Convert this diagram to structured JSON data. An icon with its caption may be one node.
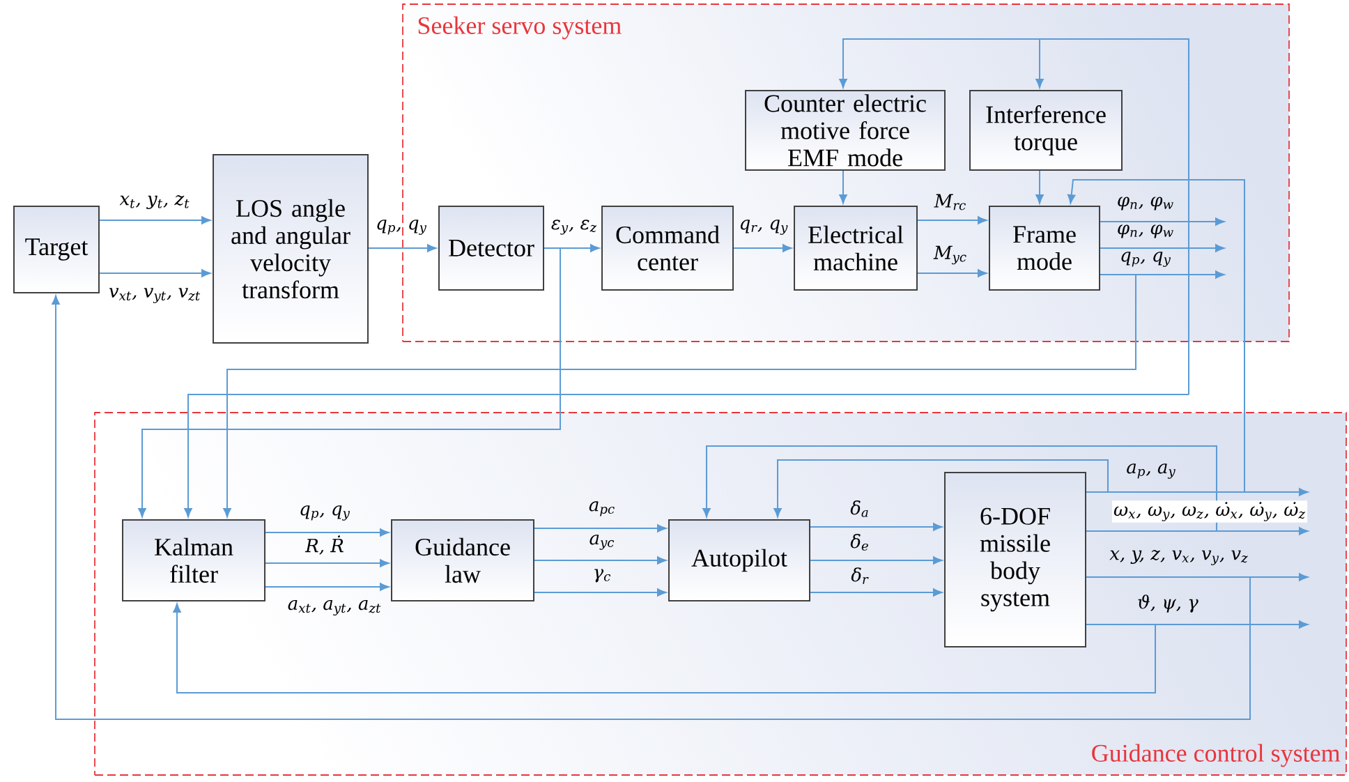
{
  "diagram": {
    "nodes": [
      {
        "text": [
          "Seeker servo system"
        ]
      },
      {
        "text": [
          "Guidance control system"
        ]
      },
      {
        "text": [
          "Target"
        ]
      },
      {
        "text": [
          "LOS angle and angular velocity transform"
        ]
      },
      {
        "text": [
          "Detector"
        ],
        "in": 0
      },
      {
        "text": [
          "Command center"
        ],
        "in": 0
      },
      {
        "text": [
          "Counter electric motive force EMF mode"
        ],
        "in": 0
      },
      {
        "text": [
          "Interference torque"
        ],
        "in": 0
      },
      {
        "text": [
          "Electrical machine"
        ],
        "in": 0
      },
      {
        "text": [
          "Frame mode"
        ],
        "in": 0
      },
      {
        "text": [
          "Kalman filter"
        ],
        "in": 1
      },
      {
        "text": [
          "Guidance law"
        ],
        "in": 1
      },
      {
        "text": [
          "Autopilot"
        ],
        "in": 1
      },
      {
        "text": [
          "6-DOF missile body system"
        ],
        "in": 1
      }
    ],
    "edges": [
      {
        "from": 2,
        "to": 3,
        "arrow": "to",
        "label": "x$_{t}$, y$_{t}$, z$_{t}$"
      },
      {
        "from": 2,
        "to": 3,
        "arrow": "to",
        "label": "v$_{xt}$, v$_{yt}$, v$_{zt}$"
      },
      {
        "from": 3,
        "to": 4,
        "arrow": "to",
        "label": "q$_{p}$, q$_{y}$"
      },
      {
        "from": 4,
        "to": 5,
        "arrow": "to",
        "label": "ε$_{y}$, ε$_{z}$"
      },
      {
        "from": 5,
        "to": 8,
        "arrow": "to",
        "label": "q$_{r}$, q$_{y}$"
      },
      {
        "from": 6,
        "to": 8,
        "arrow": "to"
      },
      {
        "from": 7,
        "to": 9,
        "arrow": "to"
      },
      {
        "from": 8,
        "to": 9,
        "arrow": "to",
        "label": "M$_{rc}$"
      },
      {
        "from": 8,
        "to": 9,
        "arrow": "to",
        "label": "M$_{yc}$"
      },
      {
        "from": 9,
        "to": null,
        "arrow": "to",
        "label": "φ$_{n}$, φ$_{w}$"
      },
      {
        "from": 9,
        "to": null,
        "arrow": "to",
        "label": "φ$_{n}$, φ$_{w}$"
      },
      {
        "from": 9,
        "to": null,
        "arrow": "to",
        "label": "q$_{p}$, q$_{y}$"
      },
      {
        "from": 9,
        "to": 10,
        "arrow": "to"
      },
      {
        "from": 4,
        "to": 10,
        "arrow": "to"
      },
      {
        "from": null,
        "to": 6,
        "arrow": "to"
      },
      {
        "from": null,
        "to": 7,
        "arrow": "to"
      },
      {
        "from": null,
        "to": 10,
        "arrow": "to"
      },
      {
        "from": 10,
        "to": 11,
        "arrow": "to",
        "label": "q$_{p}$, q$_{y}$"
      },
      {
        "from": 10,
        "to": 11,
        "arrow": "to",
        "label": "R, Ṙ"
      },
      {
        "from": 10,
        "to": 11,
        "arrow": "to",
        "label": "a$_{xt}$, a$_{yt}$, a$_{zt}$"
      },
      {
        "from": 11,
        "to": 12,
        "arrow": "to",
        "label": "a$_{pc}$"
      },
      {
        "from": 11,
        "to": 12,
        "arrow": "to",
        "label": "a$_{yc}$"
      },
      {
        "from": 11,
        "to": 12,
        "arrow": "to",
        "label": "γ$_{c}$"
      },
      {
        "from": 12,
        "to": 13,
        "arrow": "to",
        "label": "δ$_{a}$"
      },
      {
        "from": 12,
        "to": 13,
        "arrow": "to",
        "label": "δ$_{e}$"
      },
      {
        "from": 12,
        "to": 13,
        "arrow": "to",
        "label": "δ$_{r}$"
      },
      {
        "from": 13,
        "to": null,
        "arrow": "to",
        "label": "a$_{p}$, a$_{y}$"
      },
      {
        "from": 13,
        "to": null,
        "arrow": "to",
        "label": "ω$_{x}$, ω$_{y}$, ω$_{z}$, ω̇$_{x}$, ω̇$_{y}$, ω̇$_{z}$"
      },
      {
        "from": 13,
        "to": null,
        "arrow": "to",
        "label": "x, y, z, v$_{x}$, v$_{y}$, v$_{z}$"
      },
      {
        "from": 13,
        "to": null,
        "arrow": "to",
        "label": "ϑ, ψ, γ"
      },
      {
        "from": 13,
        "to": 12,
        "arrow": "to"
      },
      {
        "from": 13,
        "to": 12,
        "arrow": "to"
      },
      {
        "from": 13,
        "to": 9,
        "arrow": "to"
      },
      {
        "from": 13,
        "to": 10,
        "arrow": "to"
      },
      {
        "from": 13,
        "to": 2,
        "arrow": "to"
      }
    ]
  }
}
